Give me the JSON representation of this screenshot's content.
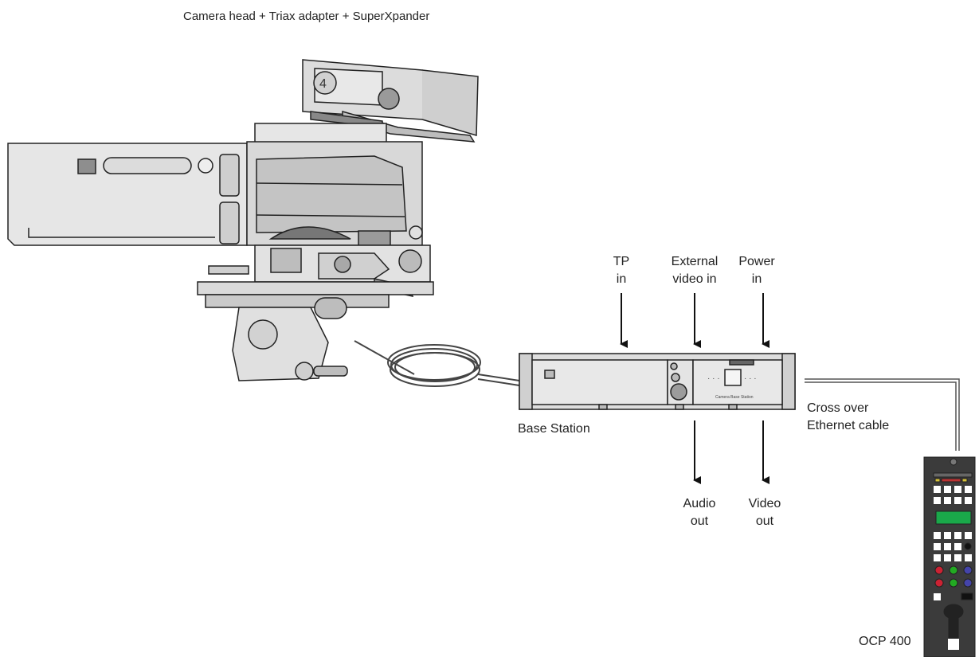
{
  "title": "Camera head + Triax adapter + SuperXpander",
  "inputs": {
    "tp": [
      "TP",
      "in"
    ],
    "external_video": [
      "External",
      "video in"
    ],
    "power": [
      "Power",
      "in"
    ]
  },
  "outputs": {
    "audio": [
      "Audio",
      "out"
    ],
    "video": [
      "Video",
      "out"
    ]
  },
  "base_station": {
    "label": "Base Station",
    "panel_text": "Camera Base Station"
  },
  "cable": [
    "Cross over",
    "Ethernet cable"
  ],
  "ocp": {
    "label": "OCP 400"
  },
  "camera": {
    "lens_number": "4"
  }
}
